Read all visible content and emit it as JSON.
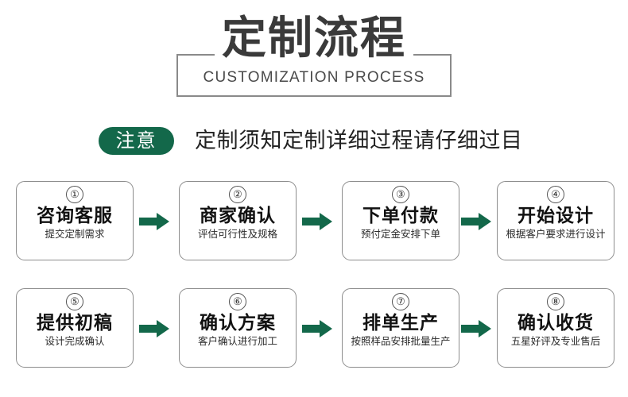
{
  "header": {
    "title_cn": "定制流程",
    "title_en": "CUSTOMIZATION PROCESS"
  },
  "notice": {
    "badge_label": "注意",
    "text": "定制须知定制详细过程请仔细过目"
  },
  "colors": {
    "brand_green": "#13684a",
    "title_gray": "#3a3a3a",
    "border_gray": "#8d8d8d"
  },
  "flow": {
    "arrow_icon": "arrow-right-icon",
    "rows": [
      {
        "steps": [
          {
            "number": "①",
            "title": "咨询客服",
            "desc": "提交定制需求"
          },
          {
            "number": "②",
            "title": "商家确认",
            "desc": "评估可行性及规格"
          },
          {
            "number": "③",
            "title": "下单付款",
            "desc": "预付定金安排下单"
          },
          {
            "number": "④",
            "title": "开始设计",
            "desc": "根据客户要求进行设计"
          }
        ]
      },
      {
        "steps": [
          {
            "number": "⑤",
            "title": "提供初稿",
            "desc": "设计完成确认"
          },
          {
            "number": "⑥",
            "title": "确认方案",
            "desc": "客户确认进行加工"
          },
          {
            "number": "⑦",
            "title": "排单生产",
            "desc": "按照样品安排批量生产"
          },
          {
            "number": "⑧",
            "title": "确认收货",
            "desc": "五星好评及专业售后"
          }
        ]
      }
    ]
  }
}
